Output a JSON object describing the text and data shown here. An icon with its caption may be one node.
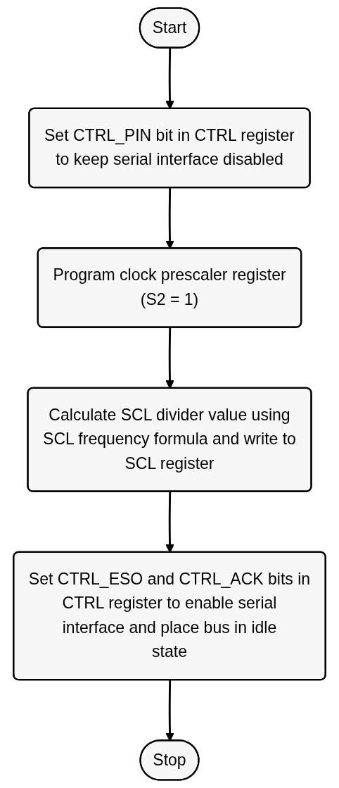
{
  "diagram": {
    "nodes": [
      {
        "text": [
          "Start"
        ]
      },
      {
        "text": [
          "Set CTRL_PIN bit in CTRL register to keep serial interface disabled"
        ]
      },
      {
        "text": [
          "Program clock prescaler register (S2 = 1)"
        ]
      },
      {
        "text": [
          "Calculate SCL divider value using SCL frequency formula and write to SCL register"
        ]
      },
      {
        "text": [
          "Set CTRL_ESO and CTRL_ACK bits in CTRL register to enable serial interface and place bus in idle state"
        ]
      },
      {
        "text": [
          "Stop"
        ]
      }
    ],
    "edges": [
      {
        "from": 0,
        "to": 1,
        "arrow": "to"
      },
      {
        "from": 1,
        "to": 2,
        "arrow": "to"
      },
      {
        "from": 2,
        "to": 3,
        "arrow": "to"
      },
      {
        "from": 3,
        "to": 4,
        "arrow": "to"
      },
      {
        "from": 4,
        "to": 5,
        "arrow": "to"
      }
    ]
  }
}
